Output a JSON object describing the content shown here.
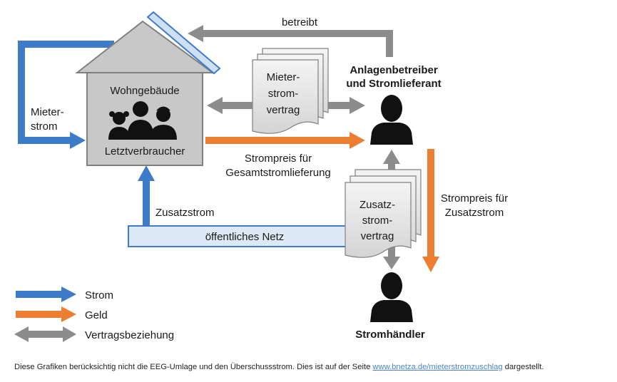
{
  "house": {
    "title": "Wohngebäude",
    "subtitle": "Letztverbraucher"
  },
  "operator": {
    "line1": "Anlagenbetreiber",
    "line2": "und Stromlieferant"
  },
  "dealer": {
    "label": "Stromhändler"
  },
  "flows": {
    "betreibt": "betreibt",
    "mieterstrom_line1": "Mieter-",
    "mieterstrom_line2": "strom",
    "strompreis_gesamt_line1": "Strompreis für",
    "strompreis_gesamt_line2": "Gesamtstromlieferung",
    "zusatzstrom": "Zusatzstrom",
    "strompreis_zusatz_line1": "Strompreis für",
    "strompreis_zusatz_line2": "Zusatzstrom"
  },
  "grid": {
    "label": "öffentliches Netz"
  },
  "documents": {
    "mieterstromvertrag": [
      "Mieter-",
      "strom-",
      "vertrag"
    ],
    "zusatzstromvertrag": [
      "Zusatz-",
      "strom-",
      "vertrag"
    ]
  },
  "legend": {
    "items": [
      {
        "label": "Strom",
        "color": "#3d7cc9"
      },
      {
        "label": "Geld",
        "color": "#ed7d31"
      },
      {
        "label": "Vertragsbeziehung",
        "color": "#8c8c8c"
      }
    ]
  },
  "footer": {
    "text_before": "Diese Grafiken berücksichtig nicht die EEG-Umlage und den Überschussstrom. Dies ist auf der Seite ",
    "link": "www.bnetza.de/mieterstromzuschlag",
    "text_after": " dargestellt."
  },
  "colors": {
    "strom": "#3d7cc9",
    "geld": "#ed7d31",
    "vertrag": "#8c8c8c",
    "house_fill": "#c8c8c8",
    "house_stroke": "#808080",
    "grid_fill": "#dde9f5",
    "grid_stroke": "#3d7cc9",
    "solar_fill": "#cfe0f2"
  }
}
